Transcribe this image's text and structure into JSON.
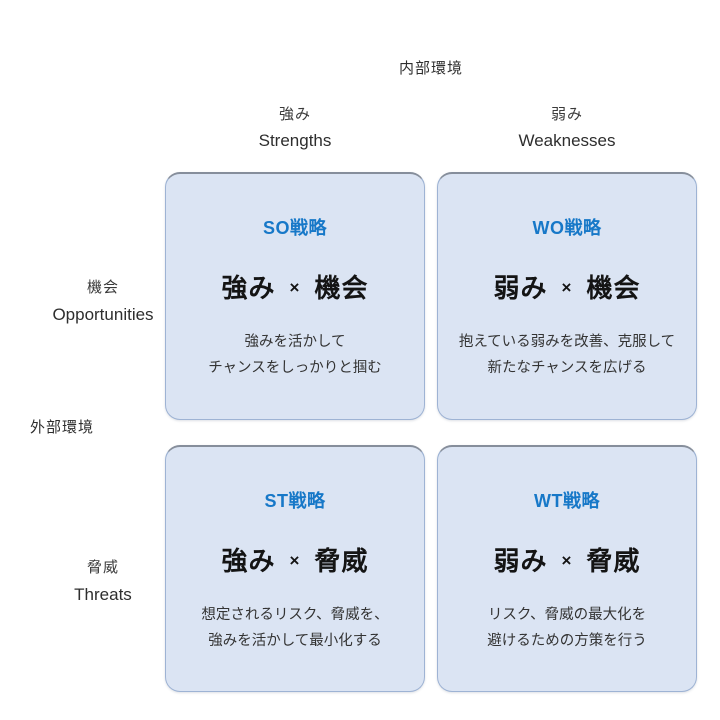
{
  "diagram": {
    "internal_env_label": "内部環境",
    "external_env_label": "外部環境",
    "columns": [
      {
        "jp": "強み",
        "en": "Strengths"
      },
      {
        "jp": "弱み",
        "en": "Weaknesses"
      }
    ],
    "rows": [
      {
        "jp": "機会",
        "en": "Opportunities"
      },
      {
        "jp": "脅威",
        "en": "Threats"
      }
    ],
    "quadrants": [
      {
        "title": "SO戦略",
        "left": "強み",
        "times": "×",
        "right": "機会",
        "desc1": "強みを活かして",
        "desc2": "チャンスをしっかりと掴む"
      },
      {
        "title": "WO戦略",
        "left": "弱み",
        "times": "×",
        "right": "機会",
        "desc1": "抱えている弱みを改善、克服して",
        "desc2": "新たなチャンスを広げる"
      },
      {
        "title": "ST戦略",
        "left": "強み",
        "times": "×",
        "right": "脅威",
        "desc1": "想定されるリスク、脅威を、",
        "desc2": "強みを活かして最小化する"
      },
      {
        "title": "WT戦略",
        "left": "弱み",
        "times": "×",
        "right": "脅威",
        "desc1": "リスク、脅威の最大化を",
        "desc2": "避けるための方策を行う"
      }
    ],
    "colors": {
      "strategy_title_blue": "#1778c8",
      "box_fill": "#dbe4f3",
      "box_border": "#9eb3d4",
      "box_border_top": "#868e9b",
      "formula_text": "#141414",
      "description_text": "#333333",
      "label_text": "#2e2e2e",
      "background": "#ffffff"
    }
  }
}
